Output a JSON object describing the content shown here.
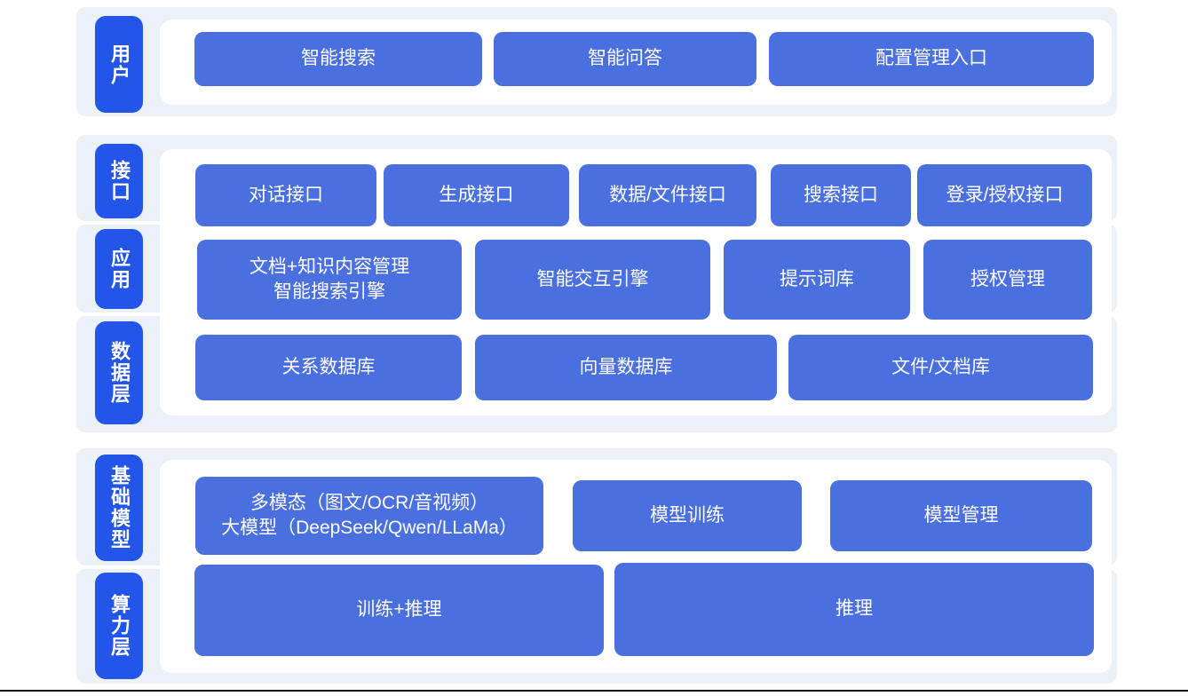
{
  "colors": {
    "panel_band": "#ecf1f8",
    "tab_blue": "#2355e8",
    "box_blue": "#4a6fde",
    "sheet_white": "#ffffff",
    "bottom_line": "#0c0c0c",
    "text_white": "#ffffff"
  },
  "layers": {
    "user": {
      "tab": "用户",
      "boxes": {
        "smart_search": "智能搜索",
        "smart_qa": "智能问答",
        "config_entry": "配置管理入口"
      }
    },
    "middle": {
      "tabs": {
        "interface": "接口",
        "application": "应用",
        "data_layer": "数据层"
      },
      "interface_row": {
        "dialog_api": "对话接口",
        "generate_api": "生成接口",
        "data_file_api": "数据/文件接口",
        "search_api": "搜索接口",
        "login_auth_api": "登录/授权接口"
      },
      "application_row": {
        "doc_km_line1": "文档+知识内容管理",
        "doc_km_line2": "智能搜索引擎",
        "interaction_engine": "智能交互引擎",
        "prompt_library": "提示词库",
        "auth_management": "授权管理"
      },
      "data_row": {
        "relational_db": "关系数据库",
        "vector_db": "向量数据库",
        "file_doc_lib": "文件/文档库"
      }
    },
    "foundation": {
      "tabs": {
        "base_model": "基础模型",
        "compute_layer": "算力层"
      },
      "model_row": {
        "multimodal_line1": "多模态（图文/OCR/音视频）",
        "multimodal_line2": "大模型（DeepSeek/Qwen/LLaMa）",
        "model_training": "模型训练",
        "model_management": "模型管理"
      },
      "compute_row": {
        "train_plus_infer": "训练+推理",
        "infer": "推理"
      }
    }
  }
}
